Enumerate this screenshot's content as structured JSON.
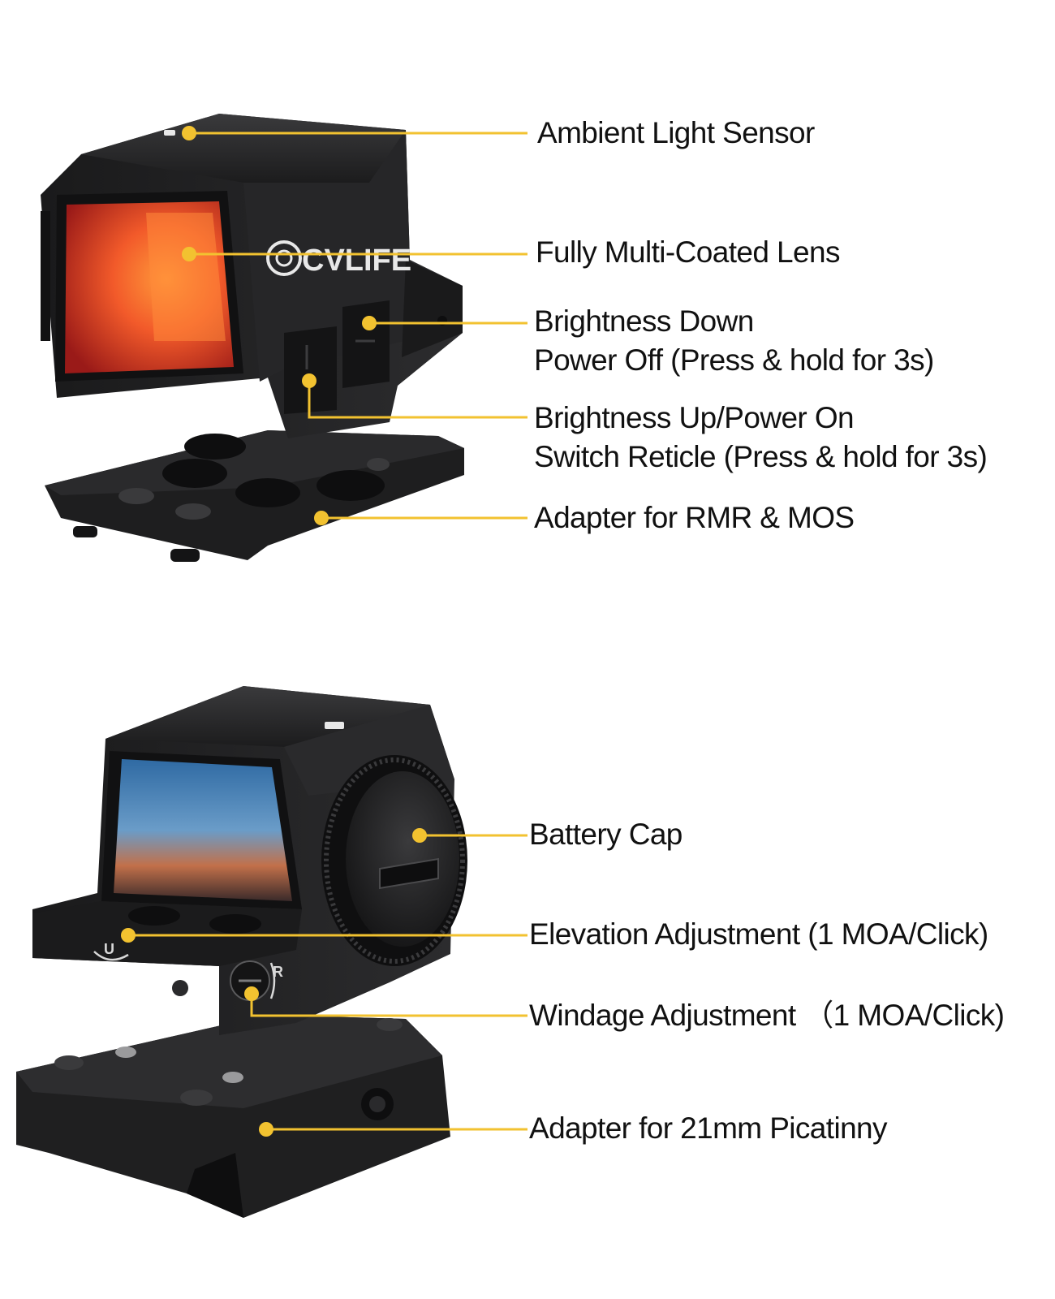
{
  "brand": {
    "logo_text": "CVLIFE"
  },
  "colors": {
    "leader_line": "#F2C230",
    "leader_dot": "#F2C230",
    "text": "#111111",
    "body_metal": "#1e1e1f",
    "lens_red": "#e8402a",
    "lens_blue": "#4f86b8"
  },
  "top_sight": {
    "callouts": [
      {
        "id": "ambient-light-sensor",
        "lines": [
          "Ambient Light Sensor"
        ]
      },
      {
        "id": "lens",
        "lines": [
          "Fully Multi-Coated Lens"
        ]
      },
      {
        "id": "brightness-down",
        "lines": [
          "Brightness Down",
          "Power Off (Press & hold for 3s)"
        ]
      },
      {
        "id": "brightness-up",
        "lines": [
          "Brightness Up/Power On",
          "Switch Reticle (Press & hold for 3s)"
        ]
      },
      {
        "id": "adapter-rmr",
        "lines": [
          "Adapter for RMR & MOS"
        ]
      }
    ]
  },
  "bottom_sight": {
    "dial_labels": {
      "up": "U",
      "right": "R"
    },
    "callouts": [
      {
        "id": "battery-cap",
        "lines": [
          "Battery Cap"
        ]
      },
      {
        "id": "elevation",
        "lines": [
          "Elevation Adjustment (1 MOA/Click)"
        ]
      },
      {
        "id": "windage",
        "lines": [
          "Windage Adjustment （1 MOA/Click)"
        ]
      },
      {
        "id": "adapter-picatinny",
        "lines": [
          "Adapter for 21mm Picatinny"
        ]
      }
    ]
  }
}
